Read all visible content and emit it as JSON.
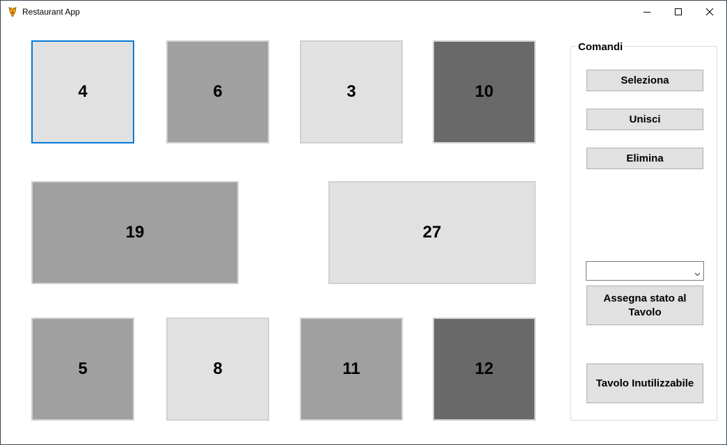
{
  "window": {
    "title": "Restaurant App",
    "icons": {
      "app": "flame-icon",
      "minimize": "minimize-icon",
      "maximize": "maximize-icon",
      "close": "close-icon"
    }
  },
  "colors": {
    "free": "#e1e1e1",
    "busy": "#a0a0a0",
    "unavailable": "#696969",
    "selected_border": "#0078d7"
  },
  "tables": [
    {
      "label": "4",
      "state": "free",
      "selected": true
    },
    {
      "label": "6",
      "state": "busy",
      "selected": false
    },
    {
      "label": "3",
      "state": "free",
      "selected": false
    },
    {
      "label": "10",
      "state": "unavailable",
      "selected": false
    },
    {
      "label": "19",
      "state": "busy",
      "selected": false
    },
    {
      "label": "27",
      "state": "free",
      "selected": false
    },
    {
      "label": "5",
      "state": "busy",
      "selected": false
    },
    {
      "label": "8",
      "state": "free",
      "selected": false
    },
    {
      "label": "11",
      "state": "busy",
      "selected": false
    },
    {
      "label": "12",
      "state": "unavailable",
      "selected": false
    }
  ],
  "commands": {
    "legend": "Comandi",
    "select_label": "Seleziona",
    "merge_label": "Unisci",
    "delete_label": "Elimina",
    "state_combo_value": "",
    "assign_state_label": "Assegna stato al Tavolo",
    "unusable_label": "Tavolo Inutilizzabile"
  }
}
